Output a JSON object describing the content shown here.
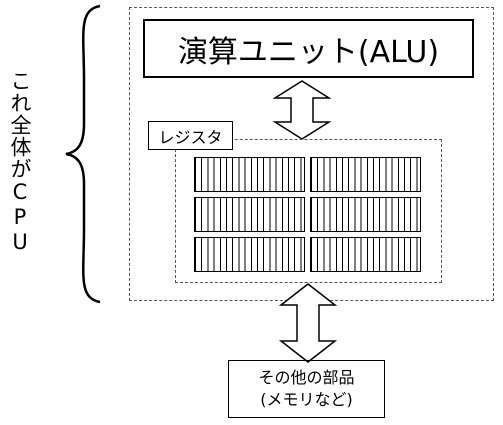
{
  "diagram": {
    "caption": "これ全体がCPU",
    "alu_label": "演算ユニット(ALU)",
    "register_label": "レジスタ",
    "other_line1": "その他の部品",
    "other_line2": "(メモリなど)"
  }
}
